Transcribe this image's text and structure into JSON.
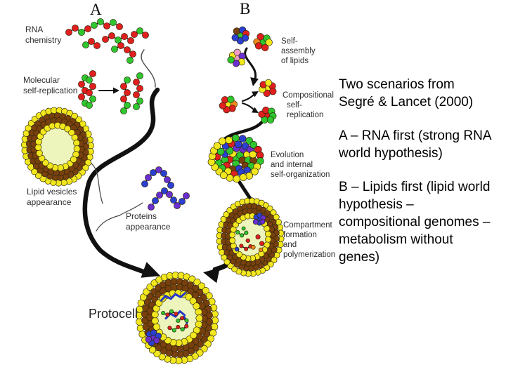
{
  "panel_labels": {
    "a": "A",
    "b": "B"
  },
  "diagram_labels": {
    "rna_chemistry": [
      "RNA",
      "chemistry"
    ],
    "molecular_self_replication": [
      "Molecular",
      "self-replication"
    ],
    "lipid_vesicles": [
      "Lipid vesicles",
      "appearance"
    ],
    "proteins": [
      "Proteins",
      "appearance"
    ],
    "protocell": [
      "Protocell"
    ],
    "self_assembly": [
      "Self-",
      "assembly",
      "of lipids"
    ],
    "compositional": [
      "Compositional",
      "self-",
      "replication"
    ],
    "evolution": [
      "Evolution",
      "and internal",
      "self-organization"
    ],
    "compartment": [
      "Compartment",
      "formation",
      "and",
      "polymerization"
    ]
  },
  "side_text": {
    "p1": [
      "Two scenarios from",
      "Segré & Lancet (2000)"
    ],
    "p2": [
      "A – RNA first (strong RNA",
      "world hypothesis)"
    ],
    "p3": [
      "B – Lipids first (lipid world",
      "hypothesis –",
      "compositional genomes –",
      "metabolism without",
      "genes)"
    ]
  },
  "colors": {
    "background": "#ffffff",
    "bead_red": "#e01f1f",
    "bead_green": "#2fc62f",
    "bead_yellow": "#f2e71e",
    "bead_brown": "#78400e",
    "bead_blue": "#2b3fd0",
    "bead_purple": "#6a2fd0",
    "bead_orange": "#ef8a1c",
    "bead_pink": "#ee9ec6",
    "bead_cyan": "#3ec3dc",
    "vesicle_interior": "#edf4bc",
    "arrow_black": "#111111",
    "label_text": "#2e2e2e",
    "side_text_color": "#000000"
  }
}
